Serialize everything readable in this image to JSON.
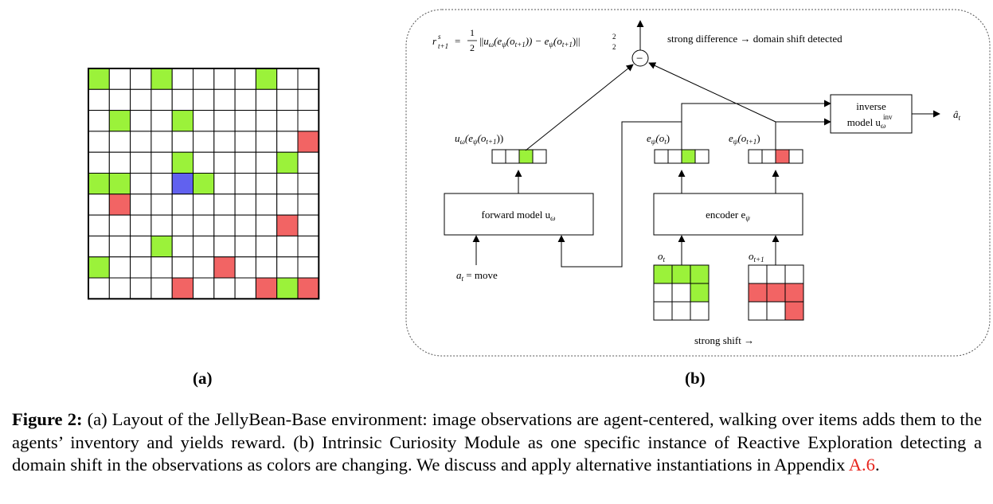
{
  "colors": {
    "green": "#9bf23a",
    "red": "#f26464",
    "blue": "#6161ef",
    "grid_line": "#000000",
    "caption_ref": "#e8261e"
  },
  "panel_a": {
    "label": "(a)",
    "grid": {
      "rows": 11,
      "cols": 11,
      "cells": [
        "G..G....G..",
        "...........",
        ".G..G......",
        "..........R",
        "....G....G.",
        "GG..BG.....",
        ".R.........",
        ".........R.",
        "...G.......",
        "G.....R....",
        "....R...RGR"
      ]
    }
  },
  "panel_b": {
    "label": "(b)",
    "reward": {
      "lhs": "r",
      "lhs_sup": "s",
      "lhs_sub": "t+1",
      "frac_num": "1",
      "frac_den": "2",
      "rhs": "||u",
      "rhs_sub_omega": "ω",
      "rhs_paren_open": "(e",
      "rhs_sub_psi": "ψ",
      "rhs_o": "(o",
      "rhs_o_sub": "t+1",
      "rhs_mid": ")) − e",
      "rhs_sub_psi2": "ψ",
      "rhs_o2": "(o",
      "rhs_o2_sub": "t+1",
      "rhs_end": ")||",
      "rhs_sup": "2",
      "rhs_sub": "2"
    },
    "minus_symbol": "−",
    "strong_difference": "strong difference → domain shift detected",
    "forward_model": {
      "text": "forward model u",
      "sub": "ω"
    },
    "encoder": {
      "text": "encoder e",
      "sub": "ψ"
    },
    "inverse_model": {
      "line1": "inverse",
      "line2": "model u",
      "sub": "ω",
      "sup": "inv"
    },
    "a_hat": {
      "text": "â",
      "sub": "t"
    },
    "pred_label": {
      "text": "u",
      "sub1": "ω",
      "mid": "(e",
      "sub2": "ψ",
      "mid2": "(o",
      "sub3": "t+1",
      "end": "))"
    },
    "enc_label_t": {
      "text": "e",
      "sub": "ψ",
      "mid": "(o",
      "sub2": "t",
      "end": ")"
    },
    "enc_label_t1": {
      "text": "e",
      "sub": "ψ",
      "mid": "(o",
      "sub2": "t+1",
      "end": ")"
    },
    "obs_t_label": {
      "text": "o",
      "sub": "t"
    },
    "obs_t1_label": {
      "text": "o",
      "sub": "t+1"
    },
    "action_label": {
      "text": "a",
      "sub": "t",
      "rest": " = move"
    },
    "strong_shift": "strong shift →",
    "vectors": {
      "prediction": "..G.",
      "enc_t": "..G.",
      "enc_t1": "..R."
    },
    "obs_t": [
      "GGG",
      "..G",
      "..."
    ],
    "obs_t1": [
      "...",
      "RRR",
      "..R"
    ]
  },
  "caption": {
    "head": "Figure 2:",
    "body": " (a) Layout of the JellyBean-Base environment: image observations are agent-centered, walking over items adds them to the agents’ inventory and yields reward. (b) Intrinsic Curiosity Module as one specific instance of Reactive Exploration detecting a domain shift in the observations as colors are changing. We discuss and apply alternative instantiations in Appendix ",
    "ref": "A.6",
    "end": "."
  }
}
